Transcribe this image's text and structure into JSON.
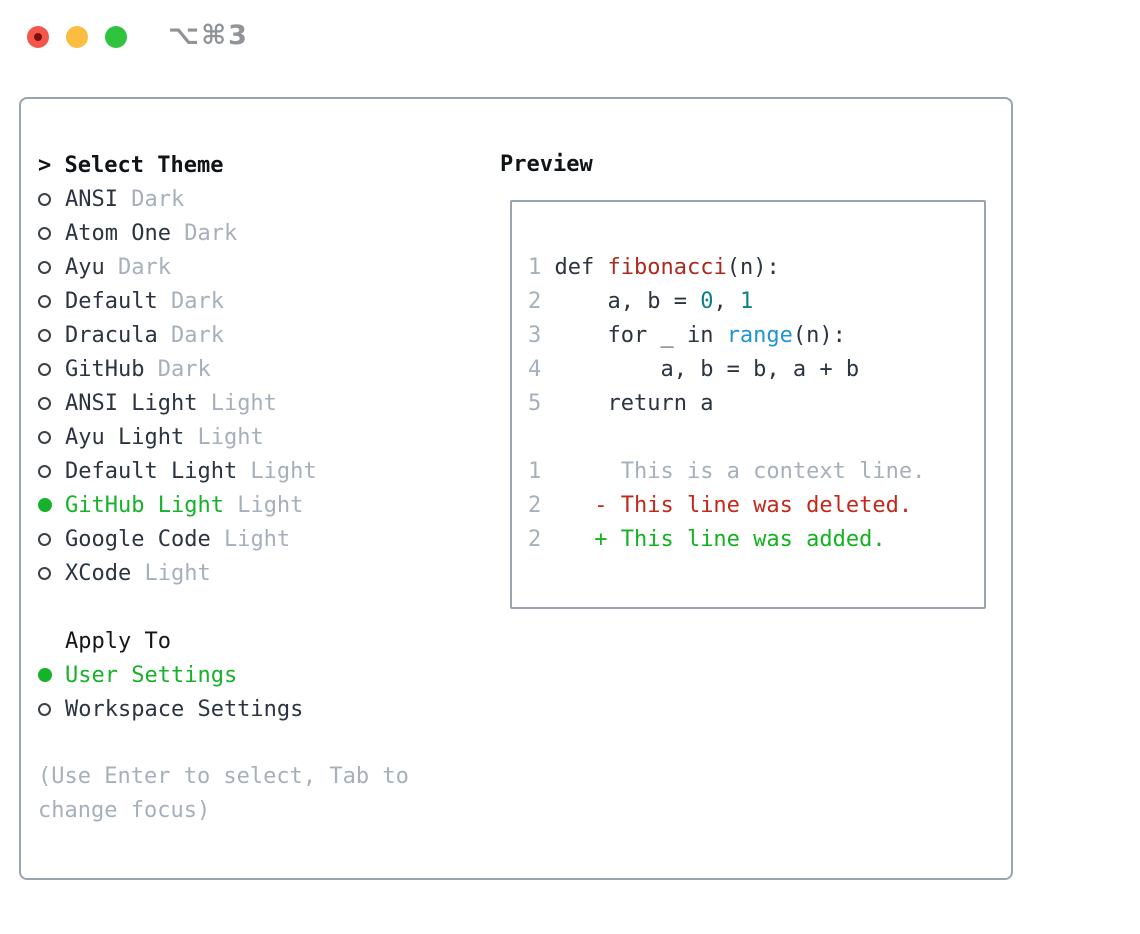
{
  "window": {
    "title": "⌥⌘3",
    "traffic_lights": [
      "close",
      "minimize",
      "zoom"
    ]
  },
  "colors": {
    "accent_green": "#16b229",
    "text_dark": "#2b3440",
    "text_muted": "#a6b0bc",
    "border_gray": "#9aa4af",
    "function_red": "#ae2a20",
    "builtin_blue": "#2095d2",
    "number_teal": "#0f7e8b",
    "diff_deleted_red": "#c5281b",
    "diff_added_green": "#13b320",
    "traffic_red": "#f4564c",
    "traffic_yellow": "#fbbd40",
    "traffic_green": "#2fc33f"
  },
  "theme_picker": {
    "cursor": ">",
    "header": "Select Theme",
    "themes": [
      {
        "name": "ANSI",
        "variant": "Dark",
        "selected": false
      },
      {
        "name": "Atom One",
        "variant": "Dark",
        "selected": false
      },
      {
        "name": "Ayu",
        "variant": "Dark",
        "selected": false
      },
      {
        "name": "Default",
        "variant": "Dark",
        "selected": false
      },
      {
        "name": "Dracula",
        "variant": "Dark",
        "selected": false
      },
      {
        "name": "GitHub",
        "variant": "Dark",
        "selected": false
      },
      {
        "name": "ANSI Light",
        "variant": "Light",
        "selected": false
      },
      {
        "name": "Ayu Light",
        "variant": "Light",
        "selected": false
      },
      {
        "name": "Default Light",
        "variant": "Light",
        "selected": false
      },
      {
        "name": "GitHub Light",
        "variant": "Light",
        "selected": true
      },
      {
        "name": "Google Code",
        "variant": "Light",
        "selected": false
      },
      {
        "name": "XCode",
        "variant": "Light",
        "selected": false
      }
    ],
    "apply_to": {
      "header": "Apply To",
      "options": [
        {
          "name": "User Settings",
          "selected": true
        },
        {
          "name": "Workspace Settings",
          "selected": false
        }
      ]
    },
    "hint": "(Use Enter to select, Tab to change focus)"
  },
  "preview": {
    "header": "Preview",
    "lines": [
      [
        {
          "t": "1",
          "c": "ln"
        },
        {
          "t": " def ",
          "c": "p"
        },
        {
          "t": "fibonacci",
          "c": "fn"
        },
        {
          "t": "(n):",
          "c": "p"
        }
      ],
      [
        {
          "t": "2",
          "c": "ln"
        },
        {
          "t": "     a, b = ",
          "c": "p"
        },
        {
          "t": "0",
          "c": "n"
        },
        {
          "t": ", ",
          "c": "p"
        },
        {
          "t": "1",
          "c": "n"
        }
      ],
      [
        {
          "t": "3",
          "c": "ln"
        },
        {
          "t": "     for _ in ",
          "c": "p"
        },
        {
          "t": "range",
          "c": "bi"
        },
        {
          "t": "(n):",
          "c": "p"
        }
      ],
      [
        {
          "t": "4",
          "c": "ln"
        },
        {
          "t": "         a, b = b, a + b",
          "c": "p"
        }
      ],
      [
        {
          "t": "5",
          "c": "ln"
        },
        {
          "t": "     return a",
          "c": "p"
        }
      ],
      [
        {
          "t": "",
          "c": "p"
        }
      ],
      [
        {
          "t": "1",
          "c": "ln"
        },
        {
          "t": "      This is a context line.",
          "c": "ctx"
        }
      ],
      [
        {
          "t": "2",
          "c": "ln"
        },
        {
          "t": "    - This line was deleted.",
          "c": "del"
        }
      ],
      [
        {
          "t": "2",
          "c": "ln"
        },
        {
          "t": "    + This line was added.",
          "c": "add"
        }
      ]
    ]
  }
}
